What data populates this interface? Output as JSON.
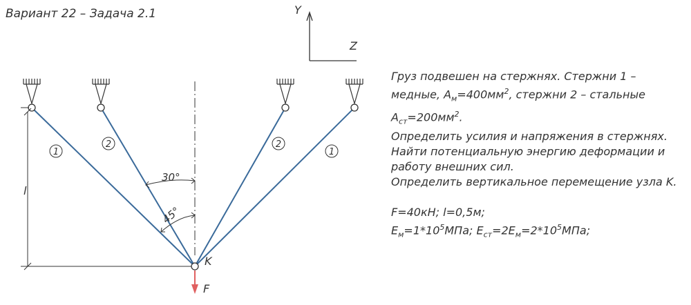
{
  "title": "Вариант 22 – Задача 2.1",
  "axes": {
    "y_label": "Y",
    "z_label": "Z"
  },
  "diagram": {
    "rod_labels": [
      "1",
      "2",
      "2",
      "1"
    ],
    "length_label": "l",
    "angle_30": "30°",
    "angle_45": "45°",
    "node_label": "K",
    "force_label": "F",
    "colors": {
      "rod": "#3a6a9a",
      "force": "#e06060",
      "line": "#333333"
    }
  },
  "problem": {
    "line1": "Груз подвешен на стержнях. Стержни 1 –",
    "line2_a": "медные, A",
    "line2_sub": "м",
    "line2_b": "=400мм",
    "line2_sup": "2",
    "line2_c": ", стержни 2 – стальные",
    "line3_a": "A",
    "line3_sub": "ст",
    "line3_b": "=200мм",
    "line3_sup": "2",
    "line3_c": ".",
    "line4": "Определить усилия и напряжения в стержнях.",
    "line5": "Найти потенциальную энергию деформации и",
    "line6": "работу внешних сил.",
    "line7": "Определить вертикальное перемещение узла K.",
    "line8": "F=40кН; l=0,5м;",
    "line9_a": "E",
    "line9_sub": "м",
    "line9_b": "=1*10",
    "line9_sup": "5",
    "line9_c": "МПа;  E",
    "line9_sub2": "ст",
    "line9_d": "=2E",
    "line9_sub3": "м",
    "line9_e": "=2*10",
    "line9_sup2": "5",
    "line9_f": "МПа;"
  }
}
